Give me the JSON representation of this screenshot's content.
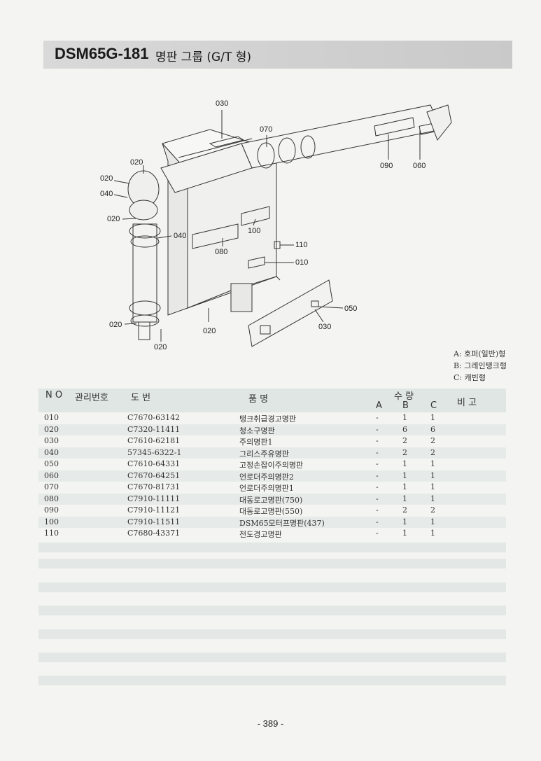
{
  "header": {
    "model": "DSM65G-181",
    "subtitle": "명판 그룹 (G/T 형)"
  },
  "diagram": {
    "callouts": [
      "030",
      "070",
      "090",
      "060",
      "020",
      "020",
      "040",
      "020",
      "040",
      "100",
      "110",
      "080",
      "010",
      "050",
      "030",
      "020",
      "020",
      "020"
    ]
  },
  "legend": [
    "A: 호퍼(일반)형",
    "B: 그레인탱크형",
    "C: 캐빈형"
  ],
  "table": {
    "headers": {
      "no": "N O",
      "mgmt": "관리번호",
      "drawing": "도        번",
      "name": "품            명",
      "qty": "수    량",
      "qty_a": "A",
      "qty_b": "B",
      "qty_c": "C",
      "remark": "비    고"
    },
    "rows": [
      {
        "no": "010",
        "part": "C7670-63142",
        "name": "탱크취급경고명판",
        "a": "-",
        "b": "1",
        "c": "1"
      },
      {
        "no": "020",
        "part": "C7320-11411",
        "name": "청소구명판",
        "a": "-",
        "b": "6",
        "c": "6"
      },
      {
        "no": "030",
        "part": "C7610-62181",
        "name": "주의명판1",
        "a": "-",
        "b": "2",
        "c": "2"
      },
      {
        "no": "040",
        "part": "57345-6322-1",
        "name": "그리스주유명판",
        "a": "-",
        "b": "2",
        "c": "2"
      },
      {
        "no": "050",
        "part": "C7610-64331",
        "name": "고정손잡이주의명판",
        "a": "-",
        "b": "1",
        "c": "1"
      },
      {
        "no": "060",
        "part": "C7670-64251",
        "name": "언로더주의명판2",
        "a": "-",
        "b": "1",
        "c": "1"
      },
      {
        "no": "070",
        "part": "C7670-81731",
        "name": "언로더주의명판1",
        "a": "-",
        "b": "1",
        "c": "1"
      },
      {
        "no": "080",
        "part": "C7910-11111",
        "name": "대동로고명판(750)",
        "a": "-",
        "b": "1",
        "c": "1"
      },
      {
        "no": "090",
        "part": "C7910-11121",
        "name": "대동로고명판(550)",
        "a": "-",
        "b": "2",
        "c": "2"
      },
      {
        "no": "100",
        "part": "C7910-11511",
        "name": "DSM65모터프명판(437)",
        "a": "-",
        "b": "1",
        "c": "1"
      },
      {
        "no": "110",
        "part": "C7680-43371",
        "name": "전도경고명판",
        "a": "-",
        "b": "1",
        "c": "1"
      }
    ]
  },
  "footer": {
    "page": "- 389 -"
  }
}
